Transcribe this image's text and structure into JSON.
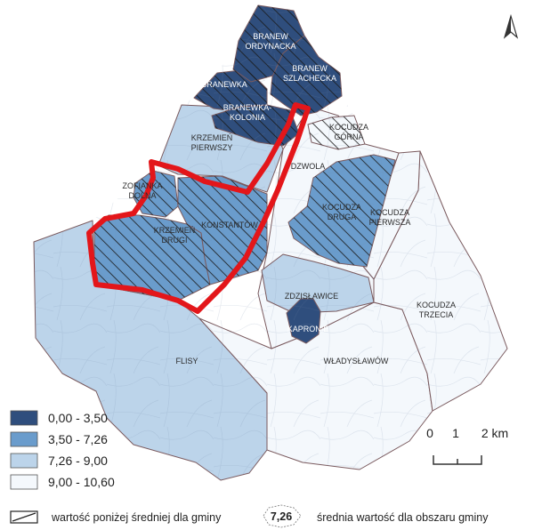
{
  "colors": {
    "class1": "#2f4e7d",
    "class2": "#6a9ccc",
    "class3": "#bcd4ea",
    "class4": "#f4f8fc",
    "outline": "#7a5a5e",
    "highlight": "#e3161a"
  },
  "regions": [
    {
      "id": "branew-ordynacka",
      "lines": [
        "BRANEW",
        "ORDYNACKA"
      ],
      "class": 1,
      "hatched": true
    },
    {
      "id": "branew-szlachecka",
      "lines": [
        "BRANEW",
        "SZLACHECKA"
      ],
      "class": 1,
      "hatched": true
    },
    {
      "id": "branewka",
      "lines": [
        "BRANEWKA"
      ],
      "class": 1,
      "hatched": true
    },
    {
      "id": "branewka-kolonia",
      "lines": [
        "BRANEWKA-",
        "KOLONIA"
      ],
      "class": 1,
      "hatched": true
    },
    {
      "id": "krzemien-pierwszy",
      "lines": [
        "KRZEMIEŃ",
        "PIERWSZY"
      ],
      "class": 3,
      "hatched": false
    },
    {
      "id": "kocudza-gorna",
      "lines": [
        "KOCUDZA",
        "GÓRNA"
      ],
      "class": 4,
      "hatched": true
    },
    {
      "id": "dzwola",
      "lines": [
        "DZWOLA"
      ],
      "class": 4,
      "hatched": false
    },
    {
      "id": "zofianka-dolna",
      "lines": [
        "ZOFIANKA",
        "DOLNA"
      ],
      "class": 2,
      "hatched": true
    },
    {
      "id": "krzemien-drugi",
      "lines": [
        "KRZEMIEŃ",
        "DRUGI"
      ],
      "class": 2,
      "hatched": true
    },
    {
      "id": "konstantow",
      "lines": [
        "KONSTANTÓW"
      ],
      "class": 2,
      "hatched": true
    },
    {
      "id": "kocudza-druga",
      "lines": [
        "KOCUDZA",
        "DRUGA"
      ],
      "class": 2,
      "hatched": true
    },
    {
      "id": "kocudza-pierwsza",
      "lines": [
        "KOCUDZA",
        "PIERWSZA"
      ],
      "class": 4,
      "hatched": false
    },
    {
      "id": "zdzislawice",
      "lines": [
        "ZDZISŁAWICE"
      ],
      "class": 3,
      "hatched": false
    },
    {
      "id": "kocudza-trzecia",
      "lines": [
        "KOCUDZA",
        "TRZECIA"
      ],
      "class": 4,
      "hatched": false
    },
    {
      "id": "kapronie",
      "lines": [
        "KAPRONIE"
      ],
      "class": 1,
      "hatched": false
    },
    {
      "id": "flisy",
      "lines": [
        "FLISY"
      ],
      "class": 3,
      "hatched": false
    },
    {
      "id": "wladyslawow",
      "lines": [
        "WŁADYSŁAWÓW"
      ],
      "class": 4,
      "hatched": false
    }
  ],
  "legend": {
    "classes": [
      {
        "label": "0,00 - 3,50",
        "color": "#2f4e7d"
      },
      {
        "label": "3,50 - 7,26",
        "color": "#6a9ccc"
      },
      {
        "label": "7,26 - 9,00",
        "color": "#bcd4ea"
      },
      {
        "label": "9,00 - 10,60",
        "color": "#f4f8fc"
      }
    ],
    "hatch_label": "wartość poniżej średniej dla gminy",
    "mean_value": "7,26",
    "mean_label": "średnia wartość dla obszaru gminy"
  },
  "scale": {
    "ticks": [
      "0",
      "1",
      "2 km"
    ]
  },
  "north_icon": "north-arrow-icon"
}
